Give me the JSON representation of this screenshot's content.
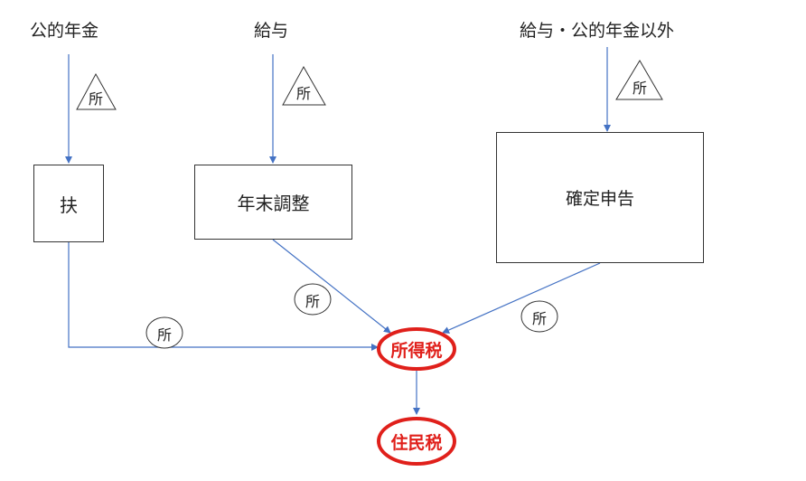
{
  "sources": {
    "public_pension": "公的年金",
    "salary": "給与",
    "other": "給与・公的年金以外"
  },
  "boxes": {
    "fuyo": "扶",
    "year_end": "年末調整",
    "final_return": "確定申告"
  },
  "marks": {
    "triangle_pension": "所",
    "triangle_salary": "所",
    "triangle_other": "所",
    "circle_fuyo": "所",
    "circle_year_end": "所",
    "circle_final": "所"
  },
  "taxes": {
    "income_tax": "所得税",
    "resident_tax": "住民税"
  },
  "colors": {
    "arrow": "#4472c4",
    "highlight": "#e0201b",
    "stroke": "#333333"
  }
}
